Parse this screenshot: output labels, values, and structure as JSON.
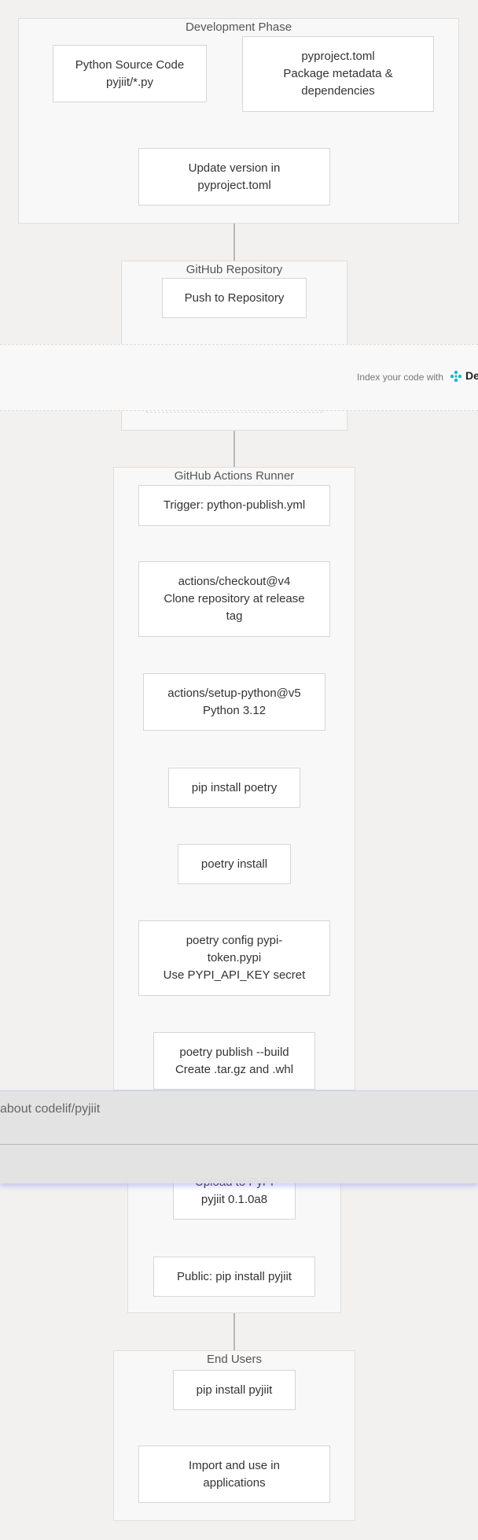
{
  "clusters": {
    "dev": "Development Phase",
    "repo": "GitHub Repository",
    "runner": "GitHub Actions Runner",
    "end_users": "End Users"
  },
  "nodes": {
    "source": [
      "Python Source Code",
      "pyjiit/*.py"
    ],
    "pyproject": [
      "pyproject.toml",
      "Package metadata &",
      "dependencies"
    ],
    "update_version": [
      "Update version in",
      "pyproject.toml"
    ],
    "push": [
      "Push to Repository"
    ],
    "trigger": [
      "Trigger: python-publish.yml"
    ],
    "checkout": [
      "actions/checkout@v4",
      "Clone repository at release",
      "tag"
    ],
    "setup_python": [
      "actions/setup-python@v5",
      "Python 3.12"
    ],
    "pip_poetry": [
      "pip install poetry"
    ],
    "poetry_install": [
      "poetry install"
    ],
    "poetry_config": [
      "poetry config pypi-",
      "token.pypi",
      "Use PYPI_API_KEY secret"
    ],
    "poetry_publish": [
      "poetry publish --build",
      "Create .tar.gz and .whl"
    ],
    "upload": [
      "Upload to PyPI",
      "pyjiit 0.1.0a8"
    ],
    "public_pip": [
      "Public: pip install pyjiit"
    ],
    "user_pip": [
      "pip install pyjiit"
    ],
    "import_use": [
      "Import and use in",
      "applications"
    ]
  },
  "banner": {
    "text": "Index your code with",
    "brand": "De",
    "logo_icon": "devin-logo-icon"
  },
  "ask_bar": {
    "text": "about codelif/pyjiit"
  },
  "colors": {
    "background": "#f2f1f0",
    "cluster_fill": "#f8f8f8",
    "node_fill": "#ffffff",
    "edge": "#9a9a9a",
    "logo": "#1fb5c8"
  }
}
